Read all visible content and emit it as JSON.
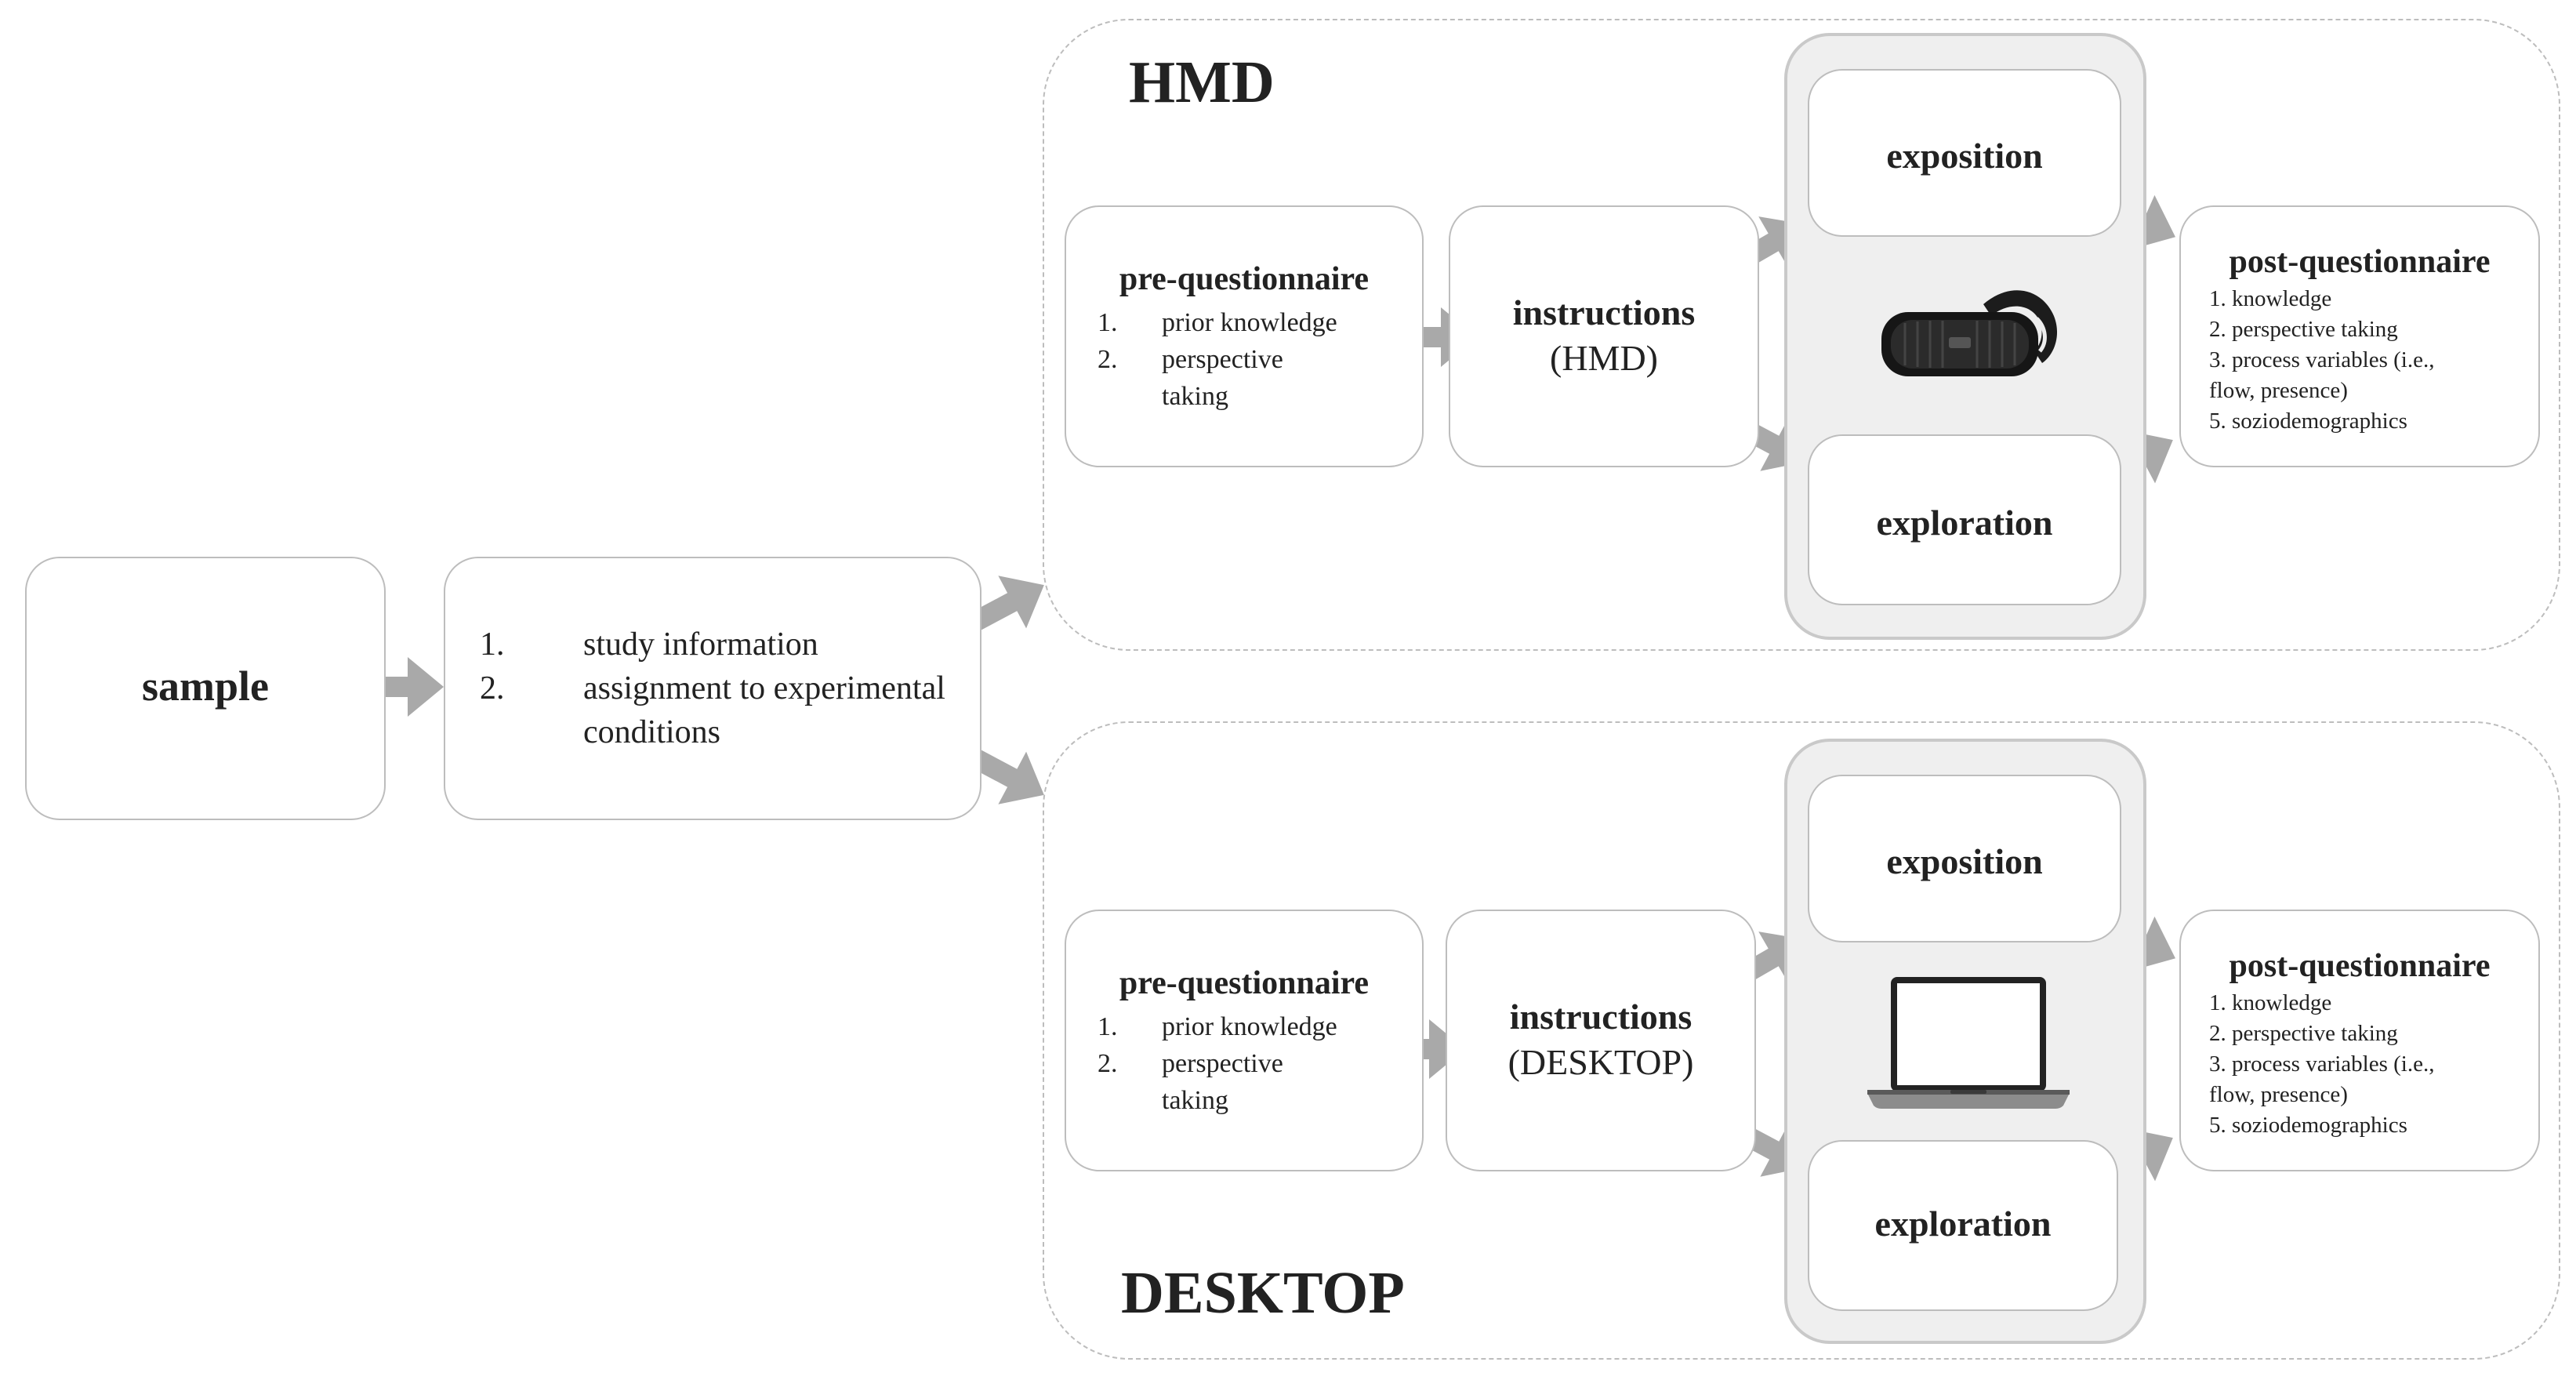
{
  "sample": {
    "label": "sample"
  },
  "allocation": {
    "items": [
      "study information",
      "assignment to experimental conditions"
    ]
  },
  "conditions": [
    {
      "title": "HMD",
      "pre": {
        "title": "pre-questionnaire",
        "items": [
          "prior knowledge",
          "perspective taking"
        ]
      },
      "instructions": {
        "title": "instructions",
        "sub": "(HMD)"
      },
      "exposition": "exposition",
      "exploration": "exploration",
      "device_icon": "vr-headset-icon",
      "post": {
        "title": "post-questionnaire",
        "items": [
          "1. knowledge",
          "2. perspective taking",
          "3. process variables (i.e.,",
          "flow, presence)",
          "5. soziodemographics"
        ]
      }
    },
    {
      "title": "DESKTOP",
      "pre": {
        "title": "pre-questionnaire",
        "items": [
          "prior knowledge",
          "perspective taking"
        ]
      },
      "instructions": {
        "title": "instructions",
        "sub": "(DESKTOP)"
      },
      "exposition": "exposition",
      "exploration": "exploration",
      "device_icon": "laptop-icon",
      "post": {
        "title": "post-questionnaire",
        "items": [
          "1. knowledge",
          "2. perspective taking",
          "3. process variables (i.e.,",
          "flow, presence)",
          "5. soziodemographics"
        ]
      }
    }
  ],
  "colors": {
    "arrow": "#a9a9a9",
    "border": "#bdbdbd",
    "stack_fill": "#efefef"
  }
}
